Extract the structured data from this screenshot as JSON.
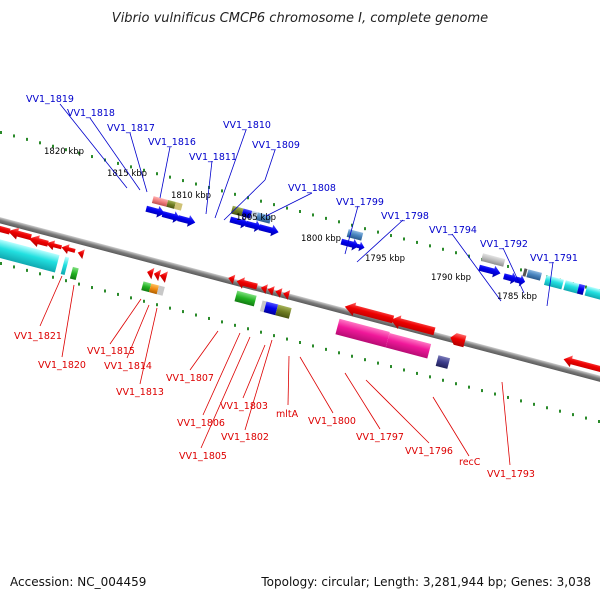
{
  "title": "Vibrio vulnificus CMCP6 chromosome I, complete genome",
  "footer": {
    "accession": "Accession: NC_004459",
    "summary": "Topology: circular; Length: 3,281,944 bp; Genes: 3,038"
  },
  "colors": {
    "forward_label": "#0000cc",
    "reverse_label": "#dd0000",
    "backbone": "#8a8a8a",
    "tick_dots": "#2a8a2a"
  },
  "scale_labels": [
    "1820 kbp",
    "1815 kbp",
    "1810 kbp",
    "1805 kbp",
    "1800 kbp",
    "1795 kbp",
    "1790 kbp",
    "1785 kbp"
  ],
  "forward_genes": [
    "VV1_1819",
    "VV1_1818",
    "VV1_1817",
    "VV1_1816",
    "VV1_1811",
    "VV1_1810",
    "VV1_1809",
    "VV1_1808",
    "VV1_1799",
    "VV1_1798",
    "VV1_1794",
    "VV1_1792",
    "VV1_1791"
  ],
  "reverse_genes": [
    "VV1_1821",
    "VV1_1820",
    "VV1_1815",
    "VV1_1814",
    "VV1_1813",
    "VV1_1807",
    "VV1_1806",
    "VV1_1805",
    "VV1_1803",
    "VV1_1802",
    "mltA",
    "VV1_1800",
    "VV1_1797",
    "VV1_1796",
    "recC",
    "VV1_1793"
  ]
}
